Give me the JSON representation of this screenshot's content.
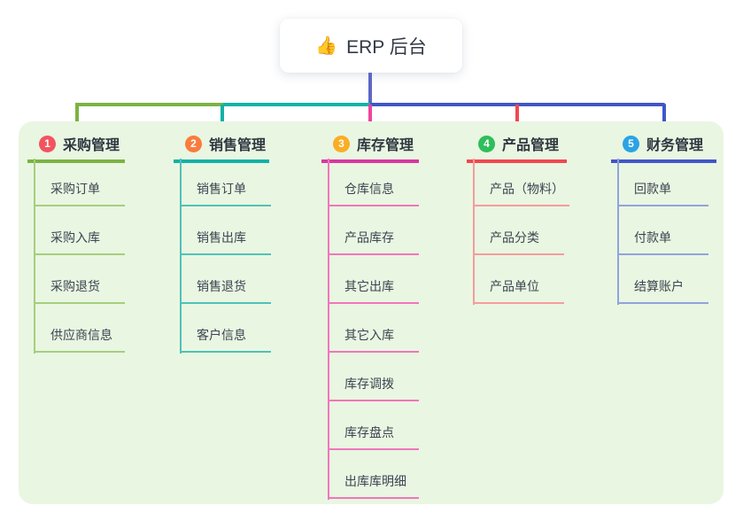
{
  "root": {
    "icon": "👍",
    "title": "ERP 后台"
  },
  "topline": {
    "stem_color": "#5B68C5",
    "left_color": "#7CB342",
    "mid_color": "#10B2A6",
    "right_color": "#4156C7"
  },
  "panel": {
    "background": "#E9F6E2"
  },
  "branches": [
    {
      "badge": "1",
      "title": "采购管理",
      "badge_color": "#F3535F",
      "line_color": "#7CB342",
      "sub_color": "#A5CF7D",
      "drop_color": "#7CB342",
      "items": [
        "采购订单",
        "采购入库",
        "采购退货",
        "供应商信息"
      ]
    },
    {
      "badge": "2",
      "title": "销售管理",
      "badge_color": "#F97C3D",
      "line_color": "#10B2A6",
      "sub_color": "#4FC2B8",
      "drop_color": "#10B2A6",
      "items": [
        "销售订单",
        "销售出库",
        "销售退货",
        "客户信息"
      ]
    },
    {
      "badge": "3",
      "title": "库存管理",
      "badge_color": "#FBAD24",
      "line_color": "#D938A0",
      "sub_color": "#F176BB",
      "drop_color": "#EF449D",
      "items": [
        "仓库信息",
        "产品库存",
        "其它出库",
        "其它入库",
        "库存调拨",
        "库存盘点",
        "出库库明细"
      ]
    },
    {
      "badge": "4",
      "title": "产品管理",
      "badge_color": "#2EBE5B",
      "line_color": "#F0484F",
      "sub_color": "#F59C9D",
      "drop_color": "#F0484F",
      "items": [
        "产品（物料）",
        "产品分类",
        "产品单位"
      ]
    },
    {
      "badge": "5",
      "title": "财务管理",
      "badge_color": "#2BA3E4",
      "line_color": "#4156C7",
      "sub_color": "#92A3DB",
      "drop_color": "#4156C7",
      "items": [
        "回款单",
        "付款单",
        "结算账户"
      ]
    }
  ]
}
